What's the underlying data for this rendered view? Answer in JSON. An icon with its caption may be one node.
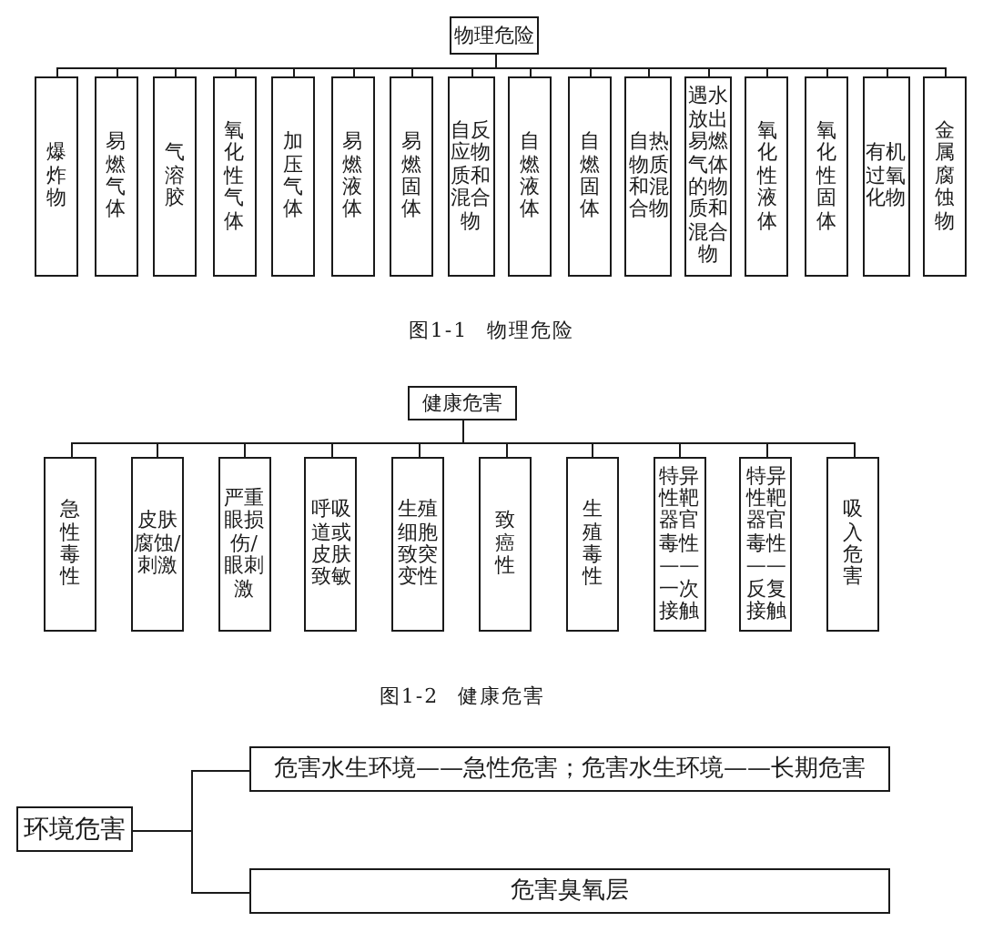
{
  "diagram": {
    "nodes": [
      {
        "text": [
          "物理危险"
        ]
      },
      {
        "text": [
          "爆炸物"
        ]
      },
      {
        "text": [
          "易燃气体"
        ]
      },
      {
        "text": [
          "气溶胶"
        ]
      },
      {
        "text": [
          "氧化性气体"
        ]
      },
      {
        "text": [
          "加压气体"
        ]
      },
      {
        "text": [
          "易燃液体"
        ]
      },
      {
        "text": [
          "易燃固体"
        ]
      },
      {
        "text": [
          "自反应物质和混合物"
        ]
      },
      {
        "text": [
          "自燃液体"
        ]
      },
      {
        "text": [
          "自燃固体"
        ]
      },
      {
        "text": [
          "自热物质和混合物"
        ]
      },
      {
        "text": [
          "遇水放出易燃气体的物质和混合物"
        ]
      },
      {
        "text": [
          "氧化性液体"
        ]
      },
      {
        "text": [
          "氧化性固体"
        ]
      },
      {
        "text": [
          "有机过氧化物"
        ]
      },
      {
        "text": [
          "金属腐蚀物"
        ]
      },
      {
        "text": [
          "健康危害"
        ]
      },
      {
        "text": [
          "急性毒性"
        ]
      },
      {
        "text": [
          "皮肤腐蚀/刺激"
        ]
      },
      {
        "text": [
          "严重眼损伤/眼刺激"
        ]
      },
      {
        "text": [
          "呼吸道或皮肤致敏"
        ]
      },
      {
        "text": [
          "生殖细胞致突变性"
        ]
      },
      {
        "text": [
          "致癌性"
        ]
      },
      {
        "text": [
          "生殖毒性"
        ]
      },
      {
        "text": [
          "特异性靶器官毒性——一次接触"
        ]
      },
      {
        "text": [
          "特异性靶器官毒性——反复接触"
        ]
      },
      {
        "text": [
          "吸入危害"
        ]
      },
      {
        "text": [
          "环境危害"
        ]
      },
      {
        "text": [
          "危害水生环境——急性危害；危害水生环境——长期危害"
        ]
      },
      {
        "text": [
          "危害臭氧层"
        ]
      }
    ],
    "edges": [
      {
        "from": 0,
        "to": 1,
        "arrow": "none"
      },
      {
        "from": 0,
        "to": 2,
        "arrow": "none"
      },
      {
        "from": 0,
        "to": 3,
        "arrow": "none"
      },
      {
        "from": 0,
        "to": 4,
        "arrow": "none"
      },
      {
        "from": 0,
        "to": 5,
        "arrow": "none"
      },
      {
        "from": 0,
        "to": 6,
        "arrow": "none"
      },
      {
        "from": 0,
        "to": 7,
        "arrow": "none"
      },
      {
        "from": 0,
        "to": 8,
        "arrow": "none"
      },
      {
        "from": 0,
        "to": 9,
        "arrow": "none"
      },
      {
        "from": 0,
        "to": 10,
        "arrow": "none"
      },
      {
        "from": 0,
        "to": 11,
        "arrow": "none"
      },
      {
        "from": 0,
        "to": 12,
        "arrow": "none"
      },
      {
        "from": 0,
        "to": 13,
        "arrow": "none"
      },
      {
        "from": 0,
        "to": 14,
        "arrow": "none"
      },
      {
        "from": 0,
        "to": 15,
        "arrow": "none"
      },
      {
        "from": 0,
        "to": 16,
        "arrow": "none"
      },
      {
        "from": 17,
        "to": 18,
        "arrow": "none"
      },
      {
        "from": 17,
        "to": 19,
        "arrow": "none"
      },
      {
        "from": 17,
        "to": 20,
        "arrow": "none"
      },
      {
        "from": 17,
        "to": 21,
        "arrow": "none"
      },
      {
        "from": 17,
        "to": 22,
        "arrow": "none"
      },
      {
        "from": 17,
        "to": 23,
        "arrow": "none"
      },
      {
        "from": 17,
        "to": 24,
        "arrow": "none"
      },
      {
        "from": 17,
        "to": 25,
        "arrow": "none"
      },
      {
        "from": 17,
        "to": 26,
        "arrow": "none"
      },
      {
        "from": 17,
        "to": 27,
        "arrow": "none"
      },
      {
        "from": 28,
        "to": 29,
        "arrow": "none"
      },
      {
        "from": 28,
        "to": 30,
        "arrow": "none"
      }
    ],
    "labels": [
      "图1-1 物理危险",
      "图1-2 健康危害"
    ]
  }
}
